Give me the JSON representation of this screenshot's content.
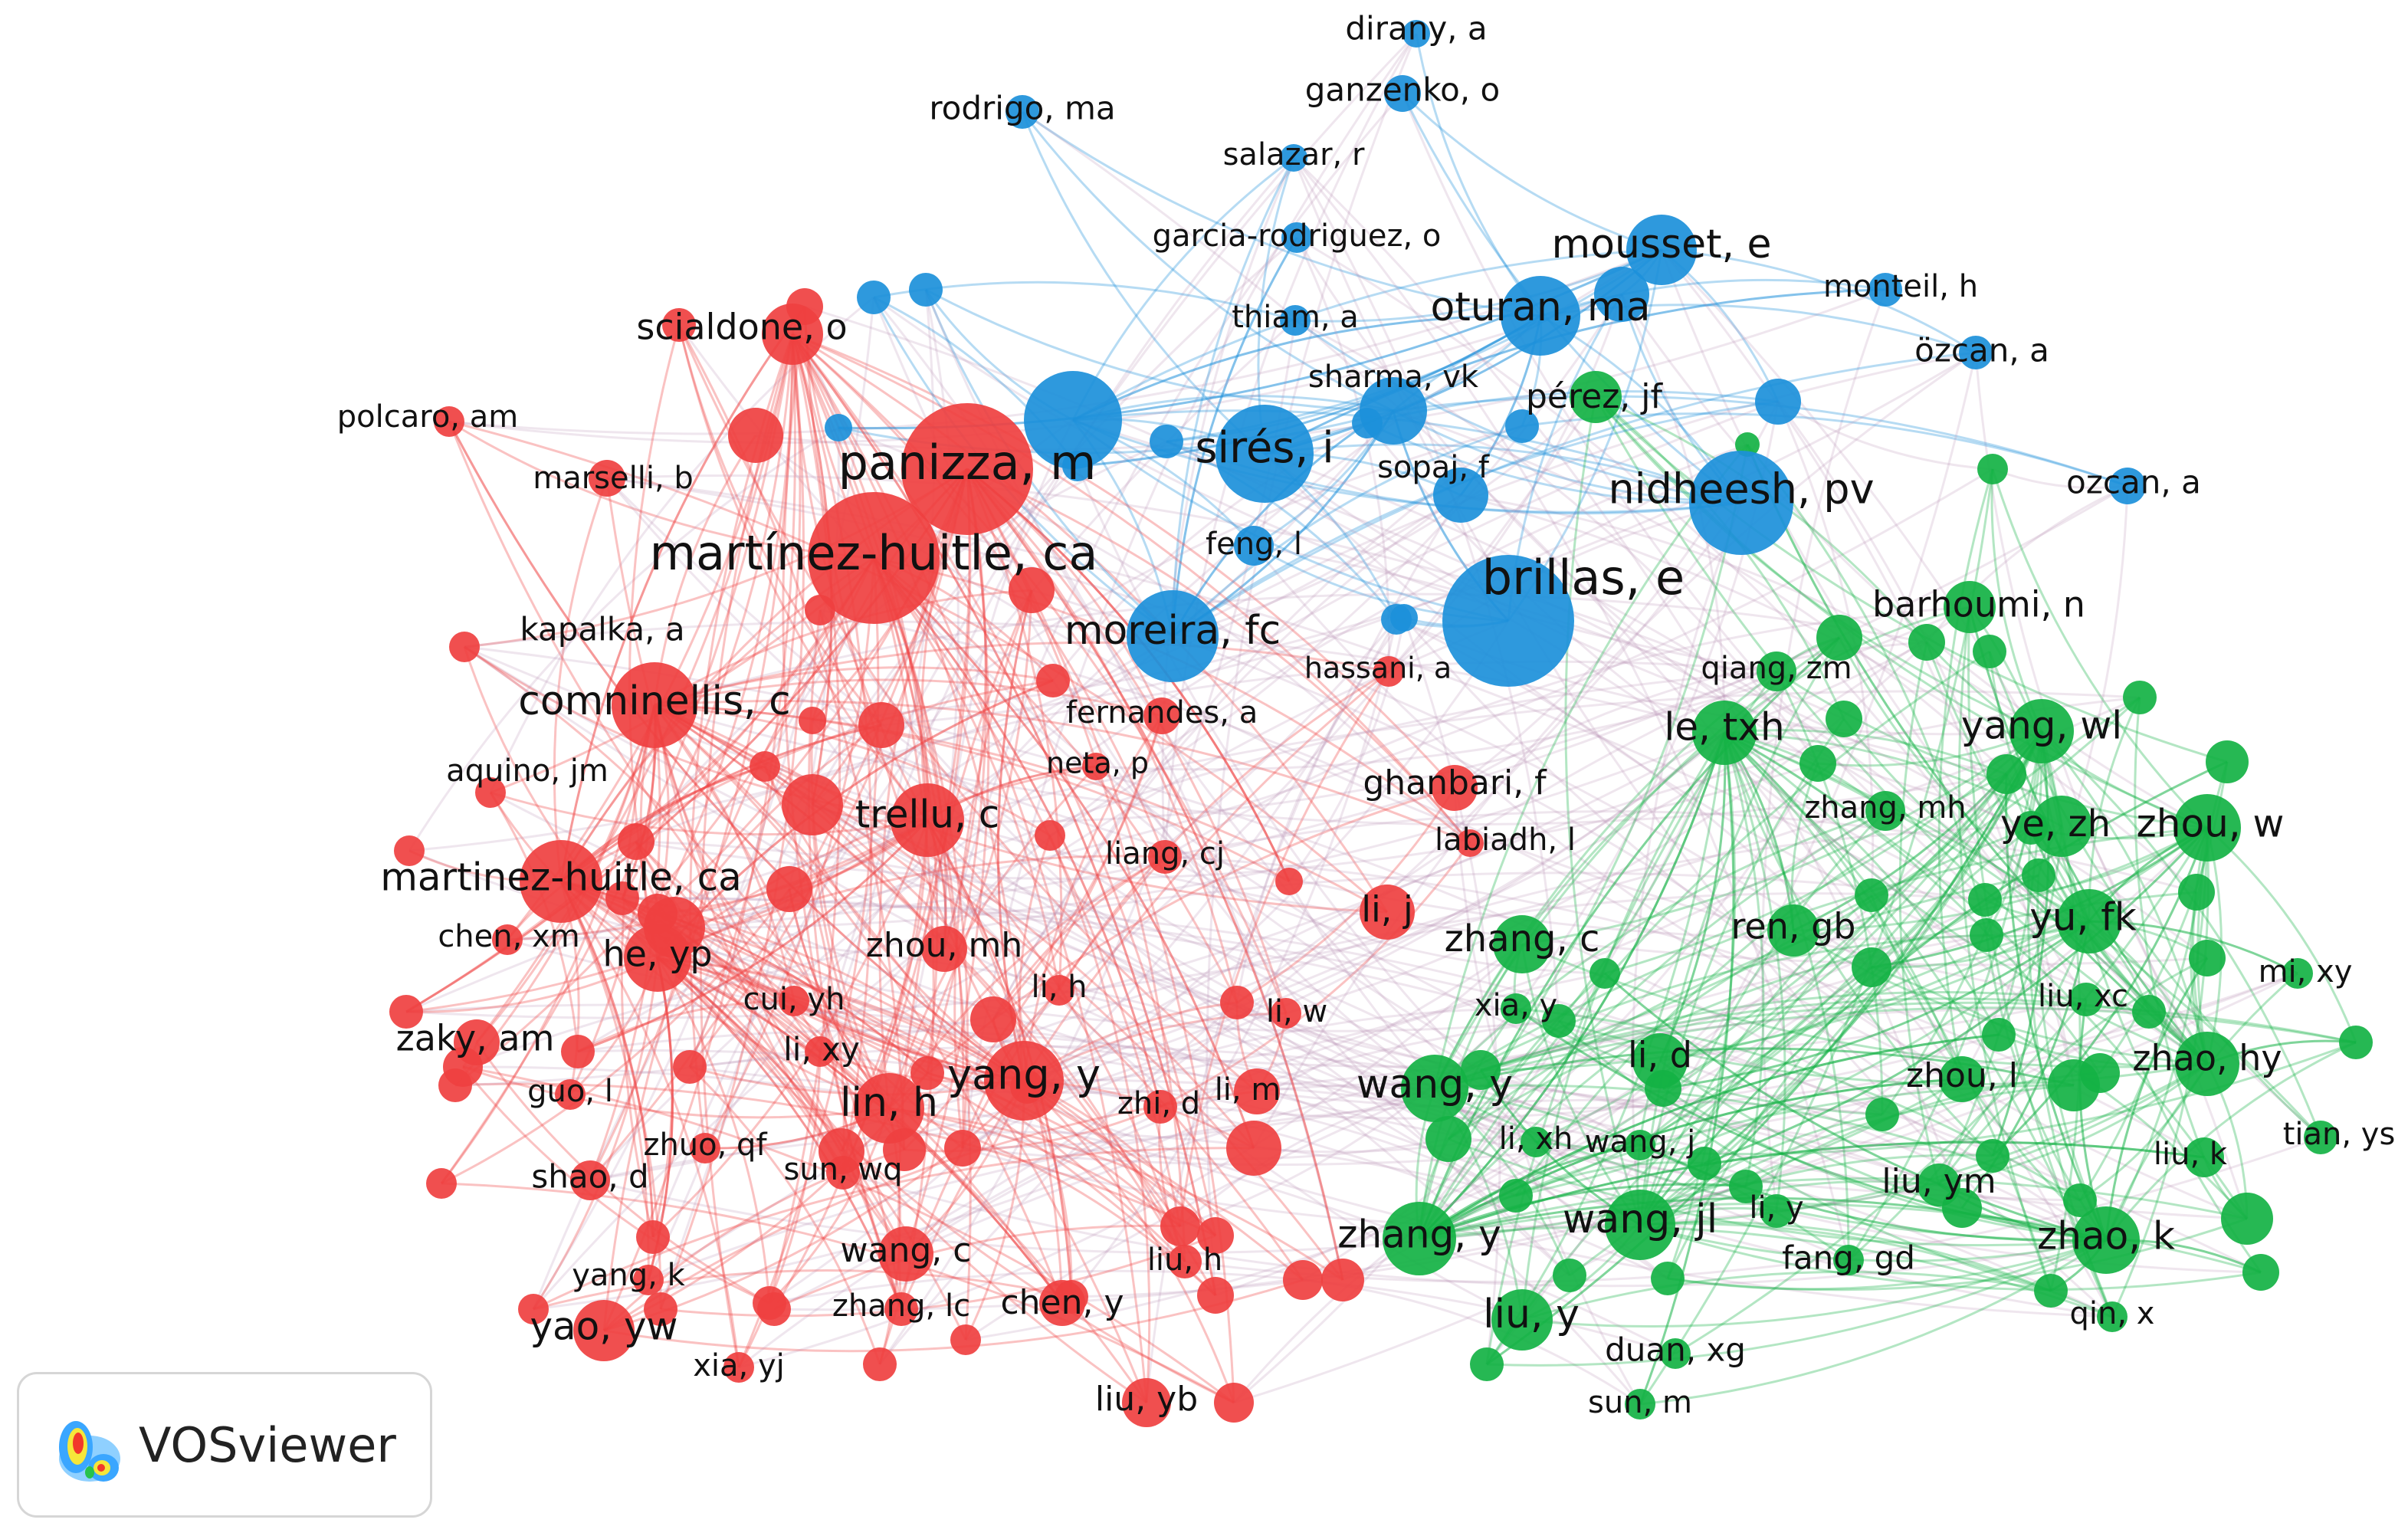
{
  "app": {
    "brand": "VOSviewer",
    "logo_icon": "vosviewer-heatmap-logo-icon"
  },
  "clusters": [
    {
      "id": 1,
      "color": "#ef4040"
    },
    {
      "id": 2,
      "color": "#1c90da"
    },
    {
      "id": 3,
      "color": "#14b244"
    }
  ],
  "nodes": [
    {
      "label": "dirany, a",
      "cluster": 2
    },
    {
      "label": "ganzenko, o",
      "cluster": 2
    },
    {
      "label": "rodrigo, ma",
      "cluster": 2
    },
    {
      "label": "salazar, r",
      "cluster": 2
    },
    {
      "label": "garcia-rodriguez, o",
      "cluster": 2
    },
    {
      "label": "mousset, e",
      "cluster": 2
    },
    {
      "label": "monteil, h",
      "cluster": 2
    },
    {
      "label": "thiam, a",
      "cluster": 2
    },
    {
      "label": "oturan, ma",
      "cluster": 2
    },
    {
      "label": "özcan, a",
      "cluster": 2
    },
    {
      "label": "sharma, vk",
      "cluster": 2
    },
    {
      "label": "sirés, i",
      "cluster": 2
    },
    {
      "label": "sopaj, f",
      "cluster": 2
    },
    {
      "label": "nidheesh, pv",
      "cluster": 2
    },
    {
      "label": "ozcan, a",
      "cluster": 2
    },
    {
      "label": "feng, l",
      "cluster": 2
    },
    {
      "label": "brillas, e",
      "cluster": 2
    },
    {
      "label": "moreira, fc",
      "cluster": 2
    },
    {
      "label": "scialdone, o",
      "cluster": 1
    },
    {
      "label": "polcaro, am",
      "cluster": 1
    },
    {
      "label": "panizza, m",
      "cluster": 1
    },
    {
      "label": "marselli, b",
      "cluster": 1
    },
    {
      "label": "martínez-huitle, ca",
      "cluster": 1
    },
    {
      "label": "kapalka, a",
      "cluster": 1
    },
    {
      "label": "hassani, a",
      "cluster": 1
    },
    {
      "label": "comninellis, c",
      "cluster": 1
    },
    {
      "label": "fernandes, a",
      "cluster": 1
    },
    {
      "label": "aquino, jm",
      "cluster": 1
    },
    {
      "label": "neta, p",
      "cluster": 1
    },
    {
      "label": "trellu, c",
      "cluster": 1
    },
    {
      "label": "ghanbari, f",
      "cluster": 1
    },
    {
      "label": "labiadh, l",
      "cluster": 1
    },
    {
      "label": "liang, cj",
      "cluster": 1
    },
    {
      "label": "martinez-huitle, ca",
      "cluster": 1
    },
    {
      "label": "chen, xm",
      "cluster": 1
    },
    {
      "label": "he, yp",
      "cluster": 1
    },
    {
      "label": "zhou, mh",
      "cluster": 1
    },
    {
      "label": "li, j",
      "cluster": 1
    },
    {
      "label": "li, h",
      "cluster": 1
    },
    {
      "label": "cui, yh",
      "cluster": 1
    },
    {
      "label": "li, w",
      "cluster": 1
    },
    {
      "label": "zaky, am",
      "cluster": 1
    },
    {
      "label": "li, xy",
      "cluster": 1
    },
    {
      "label": "yang, y",
      "cluster": 1
    },
    {
      "label": "guo, l",
      "cluster": 1
    },
    {
      "label": "lin, h",
      "cluster": 1
    },
    {
      "label": "zhi, d",
      "cluster": 1
    },
    {
      "label": "li, m",
      "cluster": 1
    },
    {
      "label": "zhuo, qf",
      "cluster": 1
    },
    {
      "label": "shao, d",
      "cluster": 1
    },
    {
      "label": "sun, wq",
      "cluster": 1
    },
    {
      "label": "wang, c",
      "cluster": 1
    },
    {
      "label": "liu, h",
      "cluster": 1
    },
    {
      "label": "yang, k",
      "cluster": 1
    },
    {
      "label": "zhang, lc",
      "cluster": 1
    },
    {
      "label": "chen, y",
      "cluster": 1
    },
    {
      "label": "yao, yw",
      "cluster": 1
    },
    {
      "label": "xia, yj",
      "cluster": 1
    },
    {
      "label": "liu, yb",
      "cluster": 1
    },
    {
      "label": "pérez, jf",
      "cluster": 3
    },
    {
      "label": "barhoumi, n",
      "cluster": 3
    },
    {
      "label": "qiang, zm",
      "cluster": 3
    },
    {
      "label": "le, txh",
      "cluster": 3
    },
    {
      "label": "yang, wl",
      "cluster": 3
    },
    {
      "label": "zhang, mh",
      "cluster": 3
    },
    {
      "label": "ye, zh",
      "cluster": 3
    },
    {
      "label": "zhou, w",
      "cluster": 3
    },
    {
      "label": "zhang, c",
      "cluster": 3
    },
    {
      "label": "ren, gb",
      "cluster": 3
    },
    {
      "label": "yu, fk",
      "cluster": 3
    },
    {
      "label": "xia, y",
      "cluster": 3
    },
    {
      "label": "mi, xy",
      "cluster": 3
    },
    {
      "label": "liu, xc",
      "cluster": 3
    },
    {
      "label": "li, d",
      "cluster": 3
    },
    {
      "label": "zhou, l",
      "cluster": 3
    },
    {
      "label": "zhao, hy",
      "cluster": 3
    },
    {
      "label": "wang, y",
      "cluster": 3
    },
    {
      "label": "li, xh",
      "cluster": 3
    },
    {
      "label": "wang, j",
      "cluster": 3
    },
    {
      "label": "tian, ys",
      "cluster": 3
    },
    {
      "label": "liu, k",
      "cluster": 3
    },
    {
      "label": "li, y",
      "cluster": 3
    },
    {
      "label": "liu, ym",
      "cluster": 3
    },
    {
      "label": "zhang, y",
      "cluster": 3
    },
    {
      "label": "wang, jl",
      "cluster": 3
    },
    {
      "label": "fang, gd",
      "cluster": 3
    },
    {
      "label": "zhao, k",
      "cluster": 3
    },
    {
      "label": "liu, y",
      "cluster": 3
    },
    {
      "label": "qin, x",
      "cluster": 3
    },
    {
      "label": "duan, xg",
      "cluster": 3
    },
    {
      "label": "sun, m",
      "cluster": 3
    }
  ]
}
